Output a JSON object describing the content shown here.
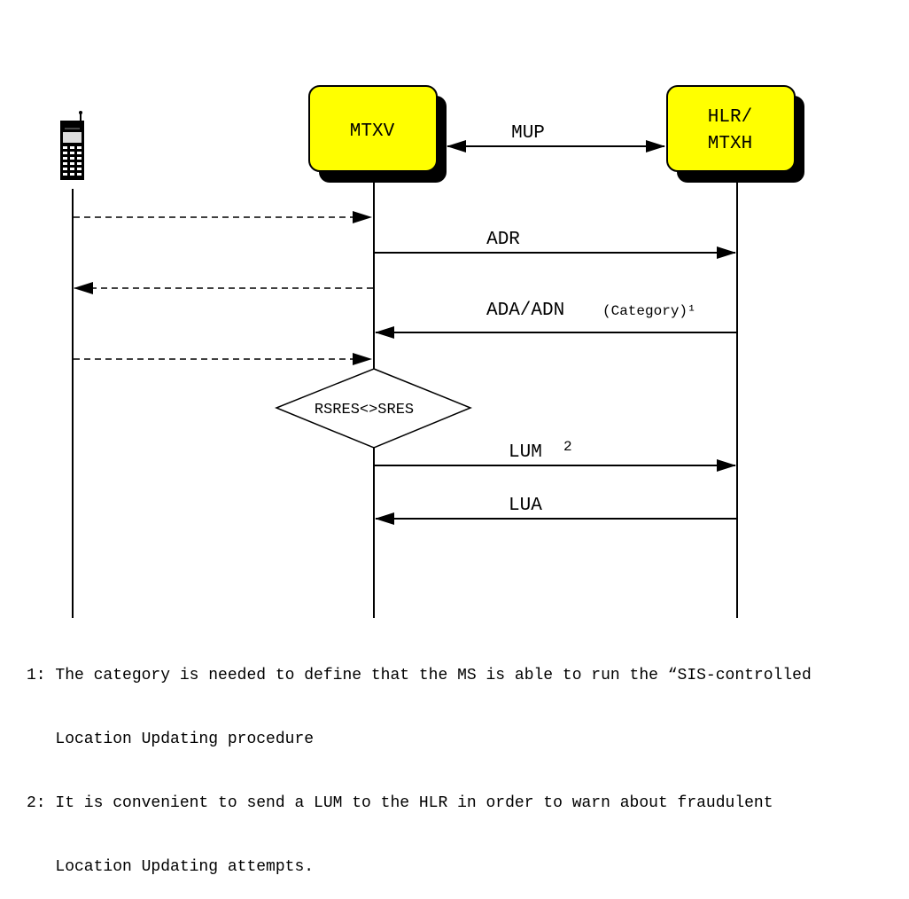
{
  "entities": {
    "mtxv": {
      "label": "MTXV"
    },
    "hlr": {
      "label_line1": "HLR/",
      "label_line2": "MTXH"
    }
  },
  "messages": {
    "mup": "MUP",
    "adr": "ADR",
    "ada_adn": "ADA/ADN",
    "ada_adn_note": "(Category)¹",
    "lum": "LUM",
    "lum_note": "2",
    "lua": "LUA"
  },
  "decision": {
    "label": "RSRES<>SRES"
  },
  "footnotes": [
    {
      "line1": "1: The category is needed to define that the MS is able to run the “SIS-controlled",
      "line2": "   Location Updating procedure"
    },
    {
      "line1": "2: It is convenient to send a LUM to the HLR in order to warn about fraudulent",
      "line2": "   Location Updating attempts."
    }
  ],
  "colors": {
    "entity_fill": "#ffff00",
    "shadow": "#000000",
    "line": "#000000"
  }
}
